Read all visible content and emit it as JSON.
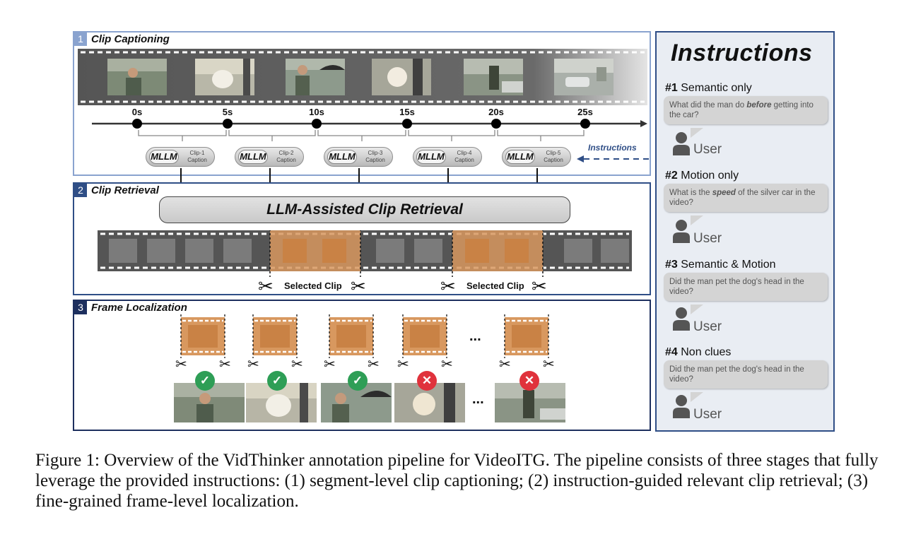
{
  "stages": [
    {
      "num": "1",
      "title": "Clip Captioning"
    },
    {
      "num": "2",
      "title": "Clip Retrieval"
    },
    {
      "num": "3",
      "title": "Frame Localization"
    }
  ],
  "timeline": {
    "ticks": [
      "0s",
      "5s",
      "10s",
      "15s",
      "20s",
      "25s"
    ]
  },
  "mllm_boxes": [
    {
      "label": "MLLM",
      "caption": "Clip-1 Caption"
    },
    {
      "label": "MLLM",
      "caption": "Clip-2 Caption"
    },
    {
      "label": "MLLM",
      "caption": "Clip-3 Caption"
    },
    {
      "label": "MLLM",
      "caption": "Clip-4 Caption"
    },
    {
      "label": "MLLM",
      "caption": "Clip-5 Caption"
    }
  ],
  "instructions_arrow_label": "Instructions",
  "llm_box_label": "LLM-Assisted Clip Retrieval",
  "selected_clip_label": "Selected Clip",
  "ellipsis": "...",
  "frame_status": [
    "check",
    "check",
    "check",
    "cross",
    "cross"
  ],
  "colors": {
    "panel_border": "#2f4e86",
    "selected": "#d8985f",
    "check": "#2e9e56",
    "cross": "#e0323c"
  },
  "instructions_panel": {
    "title": "Instructions",
    "items": [
      {
        "num": "#1",
        "label": "Semantic only",
        "question_pre": "What did the man do ",
        "question_em": "before",
        "question_post": " getting into the car?",
        "user": "User"
      },
      {
        "num": "#2",
        "label": "Motion only",
        "question_pre": "What is the ",
        "question_em": "speed",
        "question_post": " of the silver car in the video?",
        "user": "User"
      },
      {
        "num": "#3",
        "label": "Semantic & Motion",
        "question_pre": "Did the man pet the dog's head in the video?",
        "question_em": "",
        "question_post": "",
        "user": "User"
      },
      {
        "num": "#4",
        "label": "Non clues",
        "question_pre": "Did the man pet the dog's head in the video?",
        "question_em": "",
        "question_post": "",
        "user": "User"
      }
    ]
  },
  "figure_caption": "Figure 1: Overview of the VidThinker annotation pipeline for VideoITG. The pipeline consists of three stages that fully leverage the provided instructions: (1) segment-level clip captioning; (2) instruction-guided relevant clip retrieval; (3) fine-grained frame-level localization."
}
